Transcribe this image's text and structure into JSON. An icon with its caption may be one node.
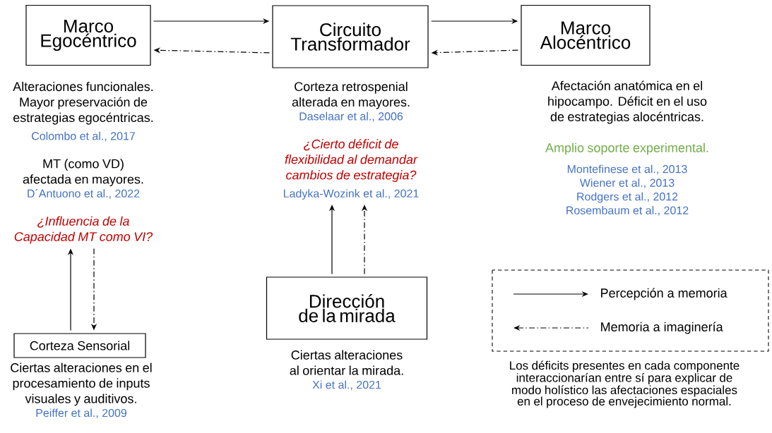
{
  "diagram": {
    "nodes": [
      {
        "text": [
          "Marco Egocéntrico"
        ]
      },
      {
        "text": [
          "Circuito Transformador"
        ]
      },
      {
        "text": [
          "Marco Alocéntrico"
        ],
        "beside": [
          "Afectación anatómica en el hipocampo. Déficit en el uso de estrategias alocéntricas.",
          "Amplio soporte experimental.",
          "Montefinese et al., 2013",
          "Wiener et al., 2013",
          "Rodgers et al., 2012",
          "Rosembaum et al., 2012"
        ]
      },
      {
        "text": [
          "Alteraciones funcionales. Mayor preservación de estrategias egocéntricas.",
          "Colombo et al., 2017",
          "MT (como VD) afectada en mayores.",
          "D´Antuono et al., 2022",
          "¿Influencia de la Capacidad MT como VI?"
        ]
      },
      {
        "text": [
          "Corteza retrospenial alterada en mayores.",
          "Daselaar et al., 2006",
          "¿Cierto déficit de flexibilidad al demandar cambios de estrategia?",
          "Ladyka-Wozink et al., 2021"
        ]
      },
      {
        "text": [
          "Corteza Sensorial"
        ],
        "beside": [
          "Ciertas alteraciones en el procesamiento de inputs visuales y auditivos.",
          "Peiffer et al., 2009"
        ]
      },
      {
        "text": [
          "Dirección de la mirada"
        ],
        "beside": [
          "Ciertas alteraciones al orientar la mirada.",
          "Xi et al., 2021"
        ]
      }
    ],
    "edges": [
      {
        "from": 0,
        "to": 1,
        "arrow": "to"
      },
      {
        "from": 1,
        "to": 0,
        "arrow": "to",
        "style": "dashed"
      },
      {
        "from": 1,
        "to": 2,
        "arrow": "to"
      },
      {
        "from": 2,
        "to": 1,
        "arrow": "to",
        "style": "dashed"
      },
      {
        "from": 5,
        "to": 3,
        "arrow": "to"
      },
      {
        "from": 3,
        "to": 5,
        "arrow": "to",
        "style": "dashed"
      },
      {
        "from": 6,
        "to": 4,
        "arrow": "to"
      },
      {
        "from": 6,
        "to": 4,
        "arrow": "to",
        "style": "dashed"
      }
    ],
    "labels": [
      "Los déficits presentes en cada componente interaccionarían entre sí para explicar de modo holístico las afectaciones espaciales en el proceso de envejecimiento normal."
    ],
    "legend": [
      {
        "text": "Percepción a memoria"
      },
      {
        "text": "Memoria a imaginería"
      }
    ]
  }
}
